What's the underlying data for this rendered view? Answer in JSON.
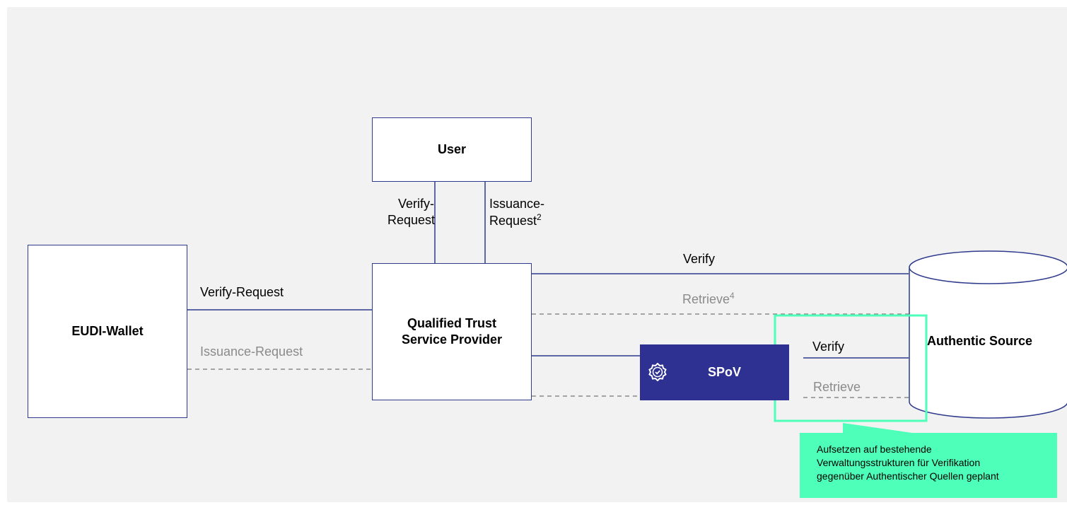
{
  "nodes": {
    "user": "User",
    "wallet": "EUDI-Wallet",
    "qtsp_line1": "Qualified Trust",
    "qtsp_line2": "Service Provider",
    "authentic_source": "Authentic Source",
    "spov": "SPoV"
  },
  "edges": {
    "user_verify_line1": "Verify-",
    "user_verify_line2": "Request",
    "user_issuance_line1": "Issuance-",
    "user_issuance_line2": "Request",
    "user_issuance_sup": "2",
    "wallet_verify": "Verify-Request",
    "wallet_issuance": "Issuance-Request",
    "qtsp_verify": "Verify",
    "qtsp_retrieve": "Retrieve",
    "qtsp_retrieve_sup": "4",
    "spov_verify": "Verify",
    "spov_retrieve": "Retrieve"
  },
  "note": {
    "line1": "Aufsetzen auf bestehende",
    "line2": "Verwaltungsstrukturen für Verifikation",
    "line3": "gegenüber Authentischer Quellen geplant"
  },
  "colors": {
    "line": "#2e3a8c",
    "dashed": "#8a8a8a",
    "spov_bg": "#2e3192",
    "highlight": "#4dffb8"
  },
  "icons": {
    "spov_icon": "verified-badge-icon"
  }
}
